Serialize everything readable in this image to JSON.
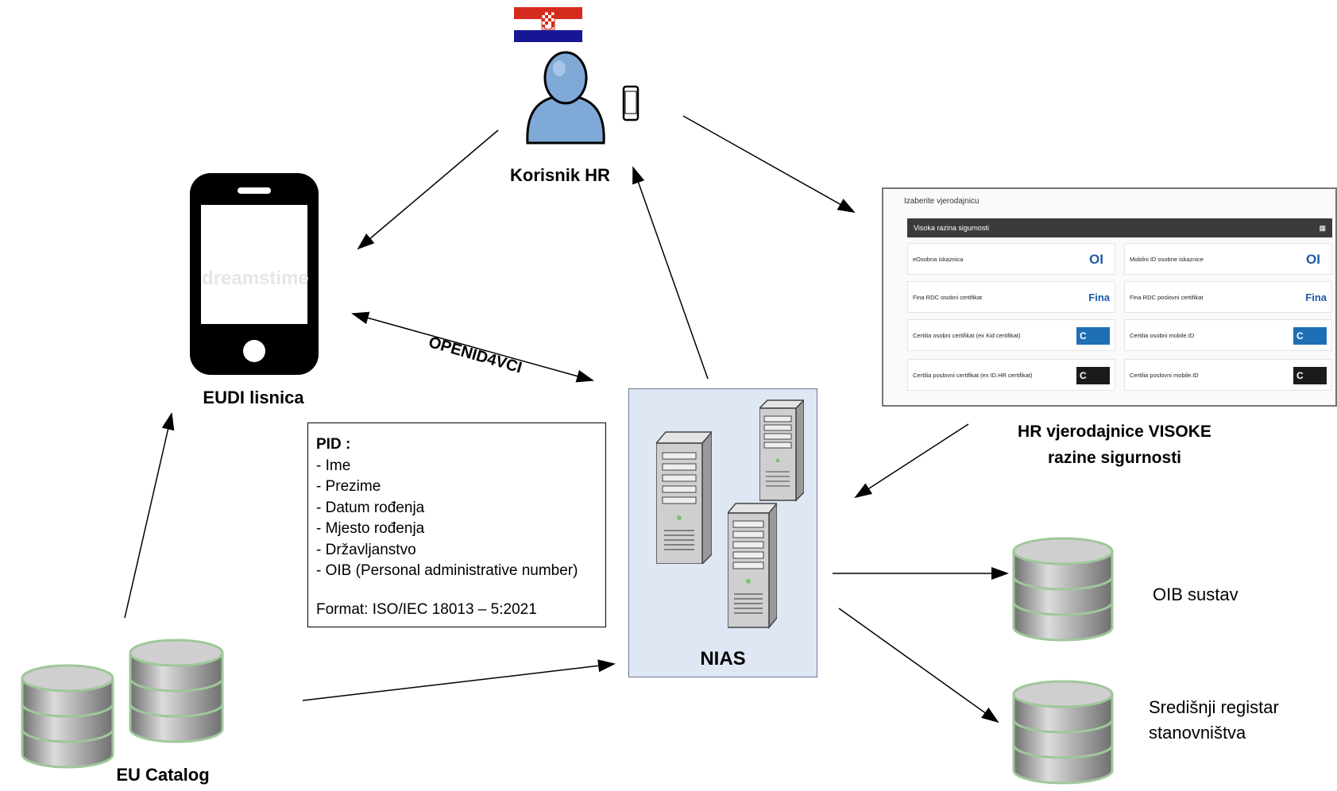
{
  "labels": {
    "user": "Korisnik HR",
    "wallet": "EUDI lisnica",
    "protocol": "OPENID4VCI",
    "nias": "NIAS",
    "catalog": "EU Catalog",
    "credentials_caption_line1": "HR vjerodajnice VISOKE",
    "credentials_caption_line2": "razine sigurnosti",
    "oib_db": "OIB sustav",
    "registry_line1": "Središnji registar",
    "registry_line2": "stanovništva",
    "watermark": "dreamstime"
  },
  "pid": {
    "title": "PID :",
    "items": [
      "- Ime",
      "- Prezime",
      "- Datum rođenja",
      "- Mjesto rođenja",
      "- Državljanstvo",
      "- OIB (Personal administrative number)"
    ],
    "format": "Format: ISO/IEC 18013 – 5:2021"
  },
  "credentials_screen": {
    "title": "Izaberite vjerodajnicu",
    "bar_label": "Visoka razina sigurnosti",
    "bar_icon": "grid-icon",
    "cards": [
      {
        "text": "eOsobna iskaznica",
        "logo": "OI"
      },
      {
        "text": "Mobilni ID osobne iskaznice",
        "logo": "OI"
      },
      {
        "text": "Fina RDC osobni certifikat",
        "logo": "Fina"
      },
      {
        "text": "Fina RDC poslovni certifikat",
        "logo": "Fina"
      },
      {
        "text": "Certilia osobni certifikat (ex Kid certifikat)",
        "logo": "C"
      },
      {
        "text": "Certilia osobni mobile.ID",
        "logo": "C"
      },
      {
        "text": "Certilia poslovni certifikat (ex ID.HR certifikat)",
        "logo": "C"
      },
      {
        "text": "Certilia poslovni mobile.ID",
        "logo": "C"
      }
    ]
  },
  "colors": {
    "flag_red": "#d52b1e",
    "flag_white": "#ffffff",
    "flag_blue": "#171796",
    "person": "#7fa9d6",
    "nias_bg": "#dfe7f4",
    "db_rim": "#9fc79a"
  }
}
